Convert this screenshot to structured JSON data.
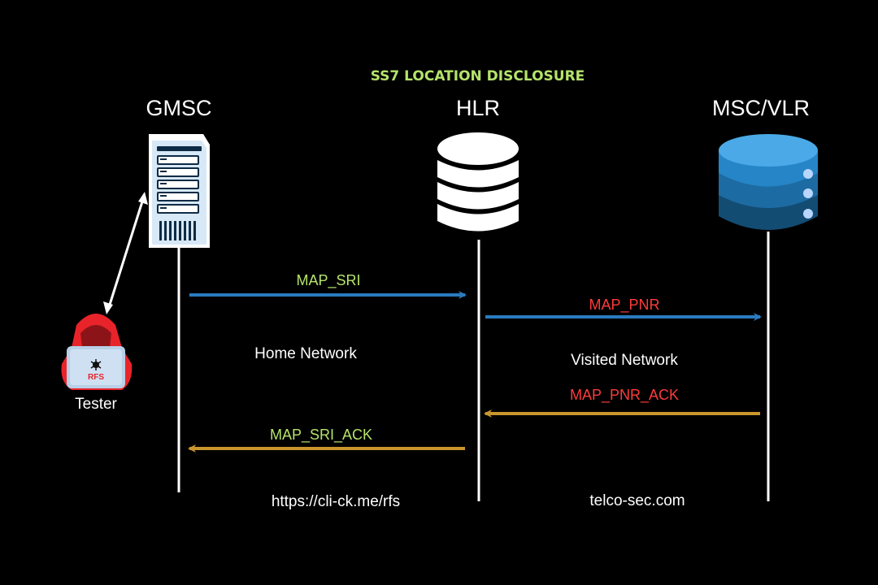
{
  "title": "SS7 LOCATION DISCLOSURE",
  "nodes": {
    "gmsc": {
      "label": "GMSC",
      "icon": "server-rack-icon"
    },
    "hlr": {
      "label": "HLR",
      "icon": "database-icon"
    },
    "msc_vlr": {
      "label": "MSC/VLR",
      "icon": "database-server-icon"
    }
  },
  "tester": {
    "label": "Tester",
    "badge": "RFS",
    "icon": "hooded-hacker-laptop-icon"
  },
  "messages": [
    {
      "label": "MAP_SRI",
      "from": "GMSC",
      "to": "HLR",
      "color": "#b5e36b"
    },
    {
      "label": "MAP_PNR",
      "from": "HLR",
      "to": "MSC/VLR",
      "color": "#ff3b3b"
    },
    {
      "label": "MAP_PNR_ACK",
      "from": "MSC/VLR",
      "to": "HLR",
      "color": "#ff3b3b"
    },
    {
      "label": "MAP_SRI_ACK",
      "from": "HLR",
      "to": "GMSC",
      "color": "#b5e36b"
    }
  ],
  "zones": {
    "home": "Home Network",
    "visited": "Visited Network"
  },
  "footer": {
    "left": "https://cli-ck.me/rfs",
    "right": "telco-sec.com"
  },
  "colors": {
    "background": "#000000",
    "title": "#b5e36b",
    "request_arrow": "#2a7bbf",
    "response_arrow": "#c9962e",
    "green_text": "#b5e36b",
    "red_text": "#ff3b3b"
  }
}
